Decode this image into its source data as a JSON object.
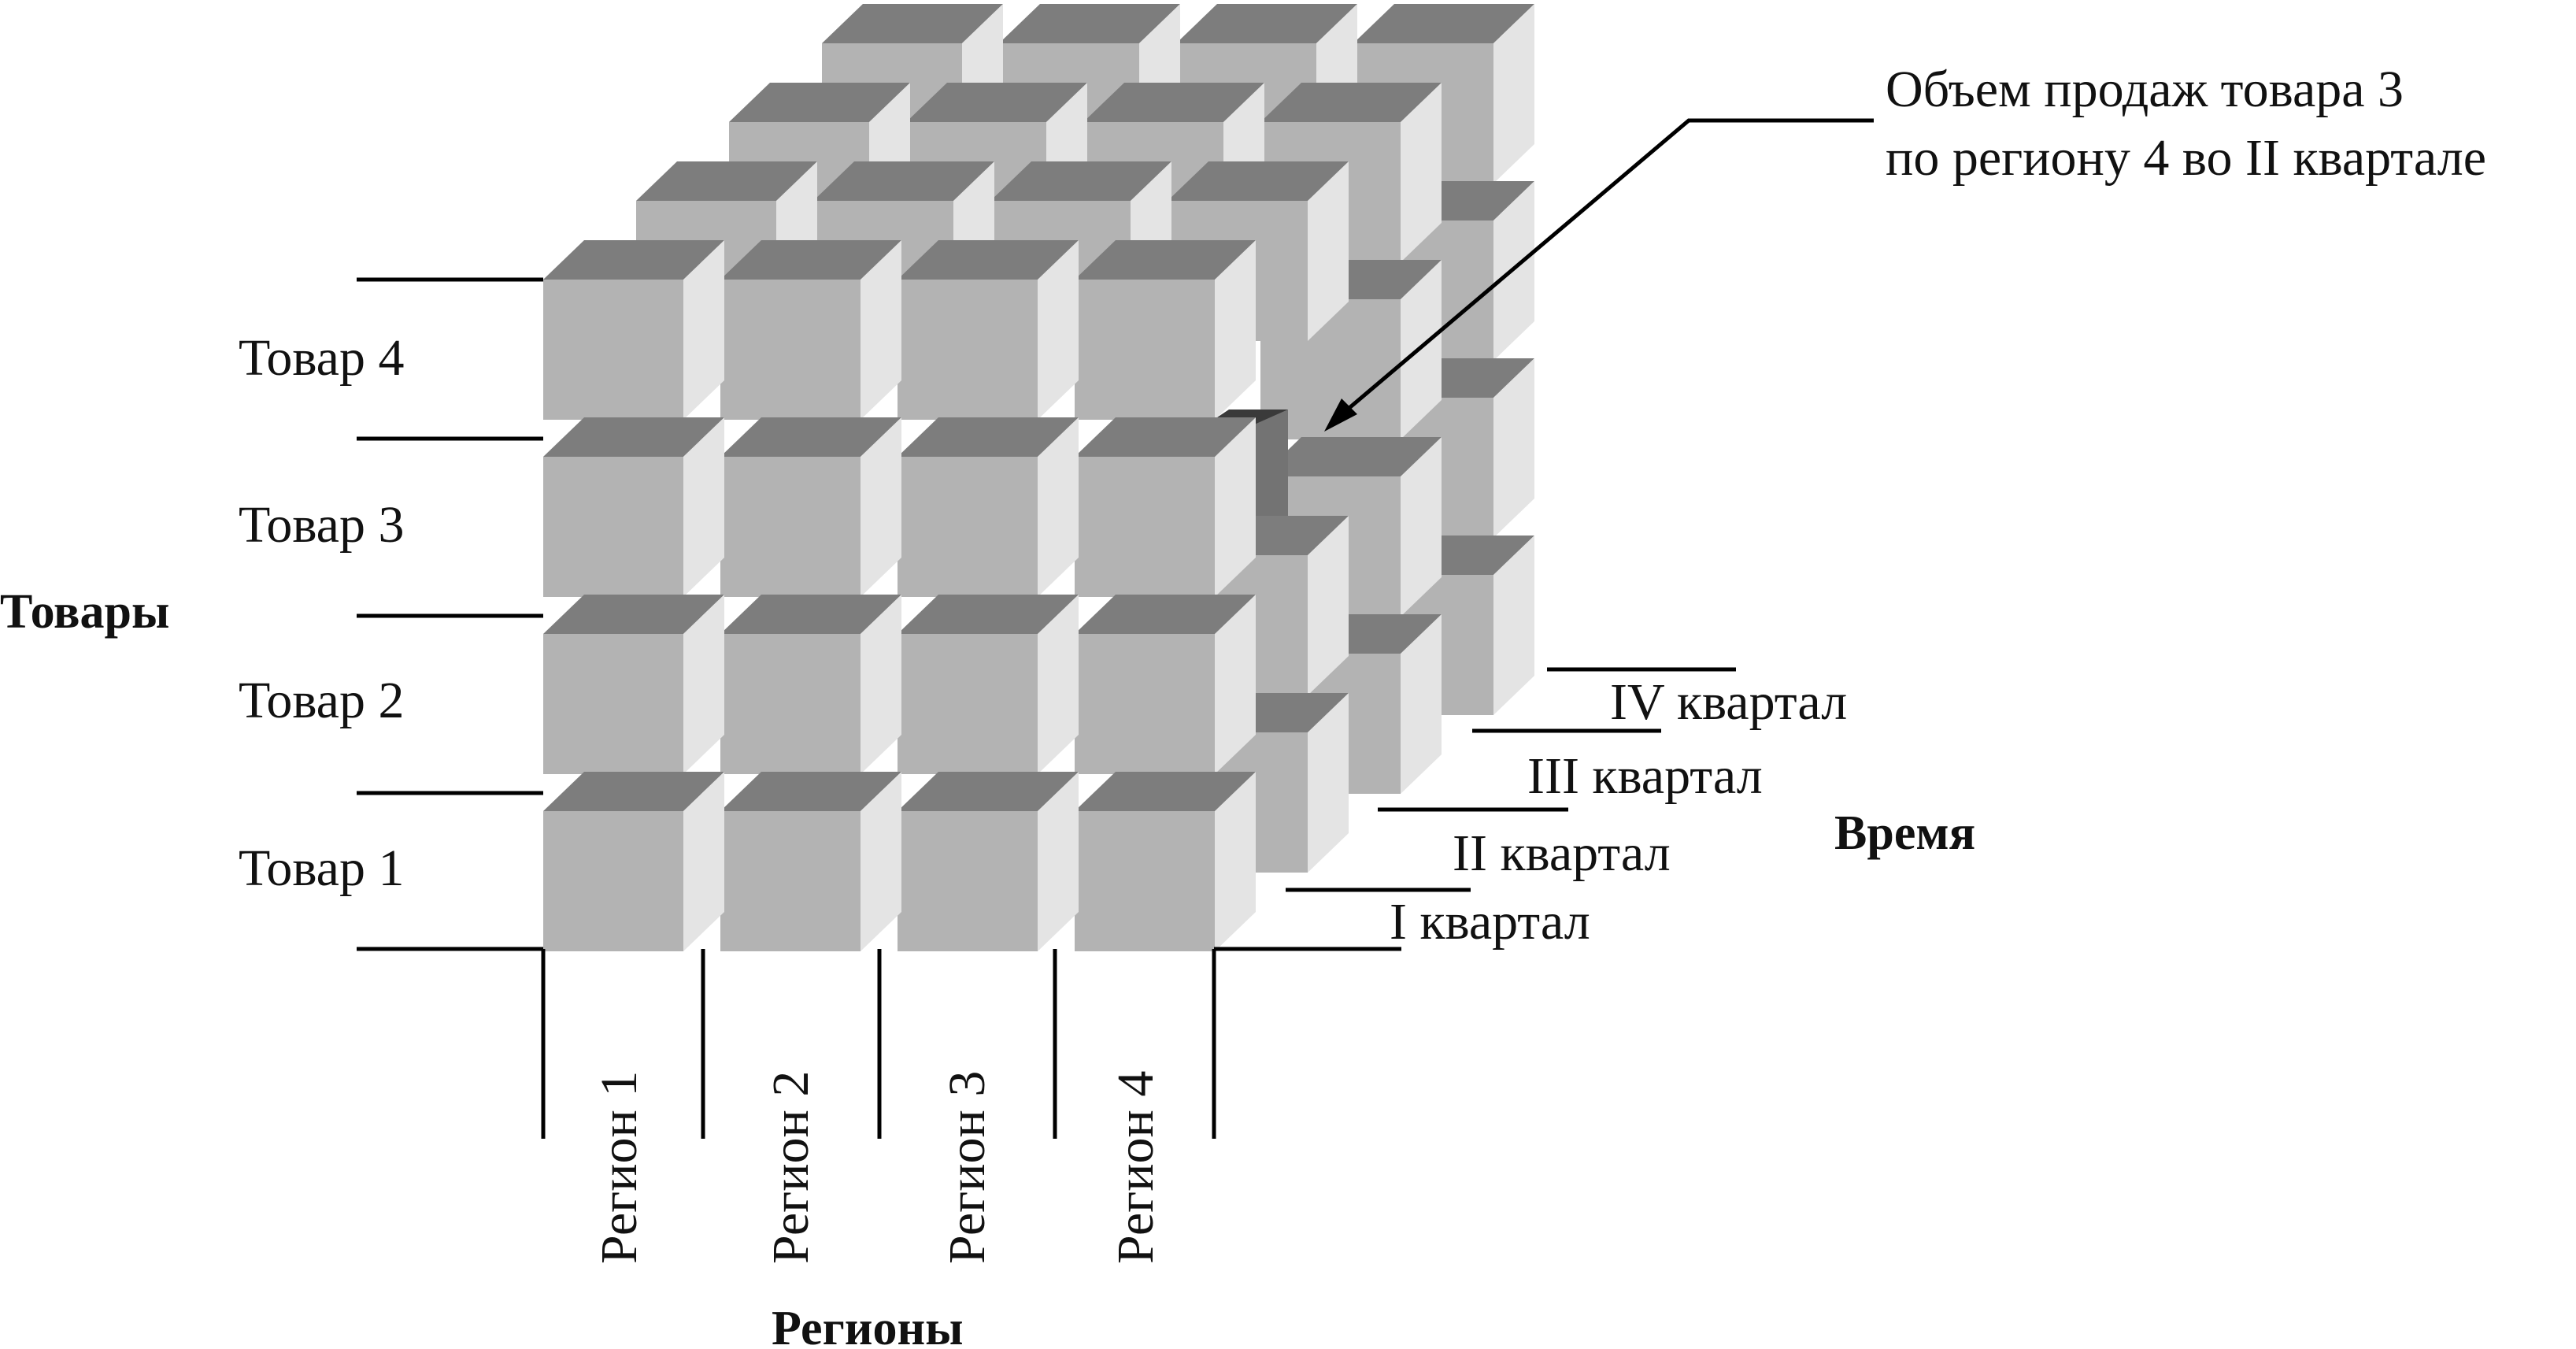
{
  "diagram": {
    "axes": {
      "products": "Товары",
      "regions": "Регионы",
      "time": "Время"
    },
    "products": [
      "Товар 1",
      "Товар 2",
      "Товар 3",
      "Товар 4"
    ],
    "regions": [
      "Регион 1",
      "Регион 2",
      "Регион 3",
      "Регион 4"
    ],
    "quarters": [
      "I квартал",
      "II квартал",
      "III квартал",
      "IV квартал"
    ],
    "callout": {
      "line1": "Объем продаж товара 3",
      "line2": "по региону 4 во II квартале"
    },
    "highlight": {
      "product": 3,
      "region": 4,
      "quarter": 2
    },
    "colors": {
      "front": "#b3b3b3",
      "top": "#7d7d7d",
      "side": "#e4e4e4",
      "highlight_top": "#3a3a3a",
      "highlight_front": "#555555",
      "highlight_side": "#737373",
      "line": "#000000"
    }
  }
}
